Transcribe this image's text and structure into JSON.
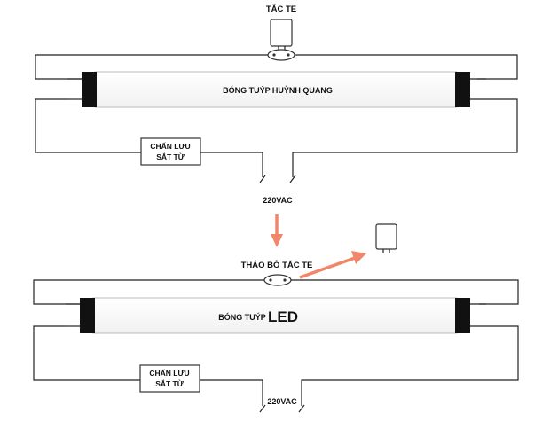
{
  "top": {
    "starter_label": "TẮC TE",
    "tube_label": "BÓNG TUÝP HUỲNH QUANG",
    "ballast_line1": "CHẤN LƯU",
    "ballast_line2": "SẮT TỪ",
    "voltage_label": "220VAC"
  },
  "bottom": {
    "remove_label": "THÁO BỎ TẮC TE",
    "tube_label_prefix": "BÓNG TUÝP",
    "tube_label_led": "LED",
    "ballast_line1": "CHẤN LƯU",
    "ballast_line2": "SẮT TỪ",
    "voltage_label": "220VAC"
  },
  "colors": {
    "arrow": "#f0876a",
    "wire": "#222222",
    "tube_end": "#111111"
  }
}
